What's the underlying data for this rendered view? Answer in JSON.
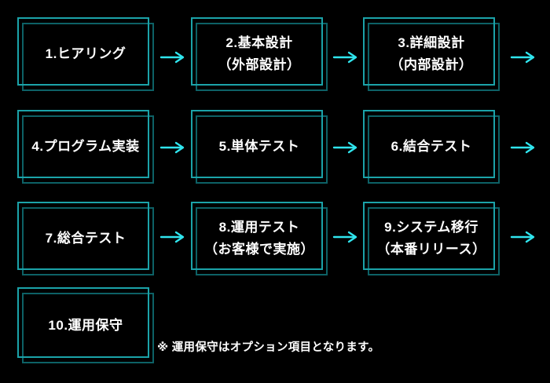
{
  "colors": {
    "background": "#000000",
    "box_border": "#1ba3a9",
    "box_shadow_border": "#0d6166",
    "arrow": "#30e5ee",
    "text": "#ffffff"
  },
  "boxes": [
    {
      "line1": "1.ヒアリング",
      "line2": ""
    },
    {
      "line1": "2.基本設計",
      "line2": "（外部設計）"
    },
    {
      "line1": "3.詳細設計",
      "line2": "（内部設計）"
    },
    {
      "line1": "4.プログラム実装",
      "line2": ""
    },
    {
      "line1": "5.単体テスト",
      "line2": ""
    },
    {
      "line1": "6.結合テスト",
      "line2": ""
    },
    {
      "line1": "7.総合テスト",
      "line2": ""
    },
    {
      "line1": "8.運用テスト",
      "line2": "（お客様で実施）"
    },
    {
      "line1": "9.システム移行",
      "line2": "（本番リリース）"
    },
    {
      "line1": "10.運用保守",
      "line2": ""
    }
  ],
  "note": "※ 運用保守はオプション項目となります。"
}
